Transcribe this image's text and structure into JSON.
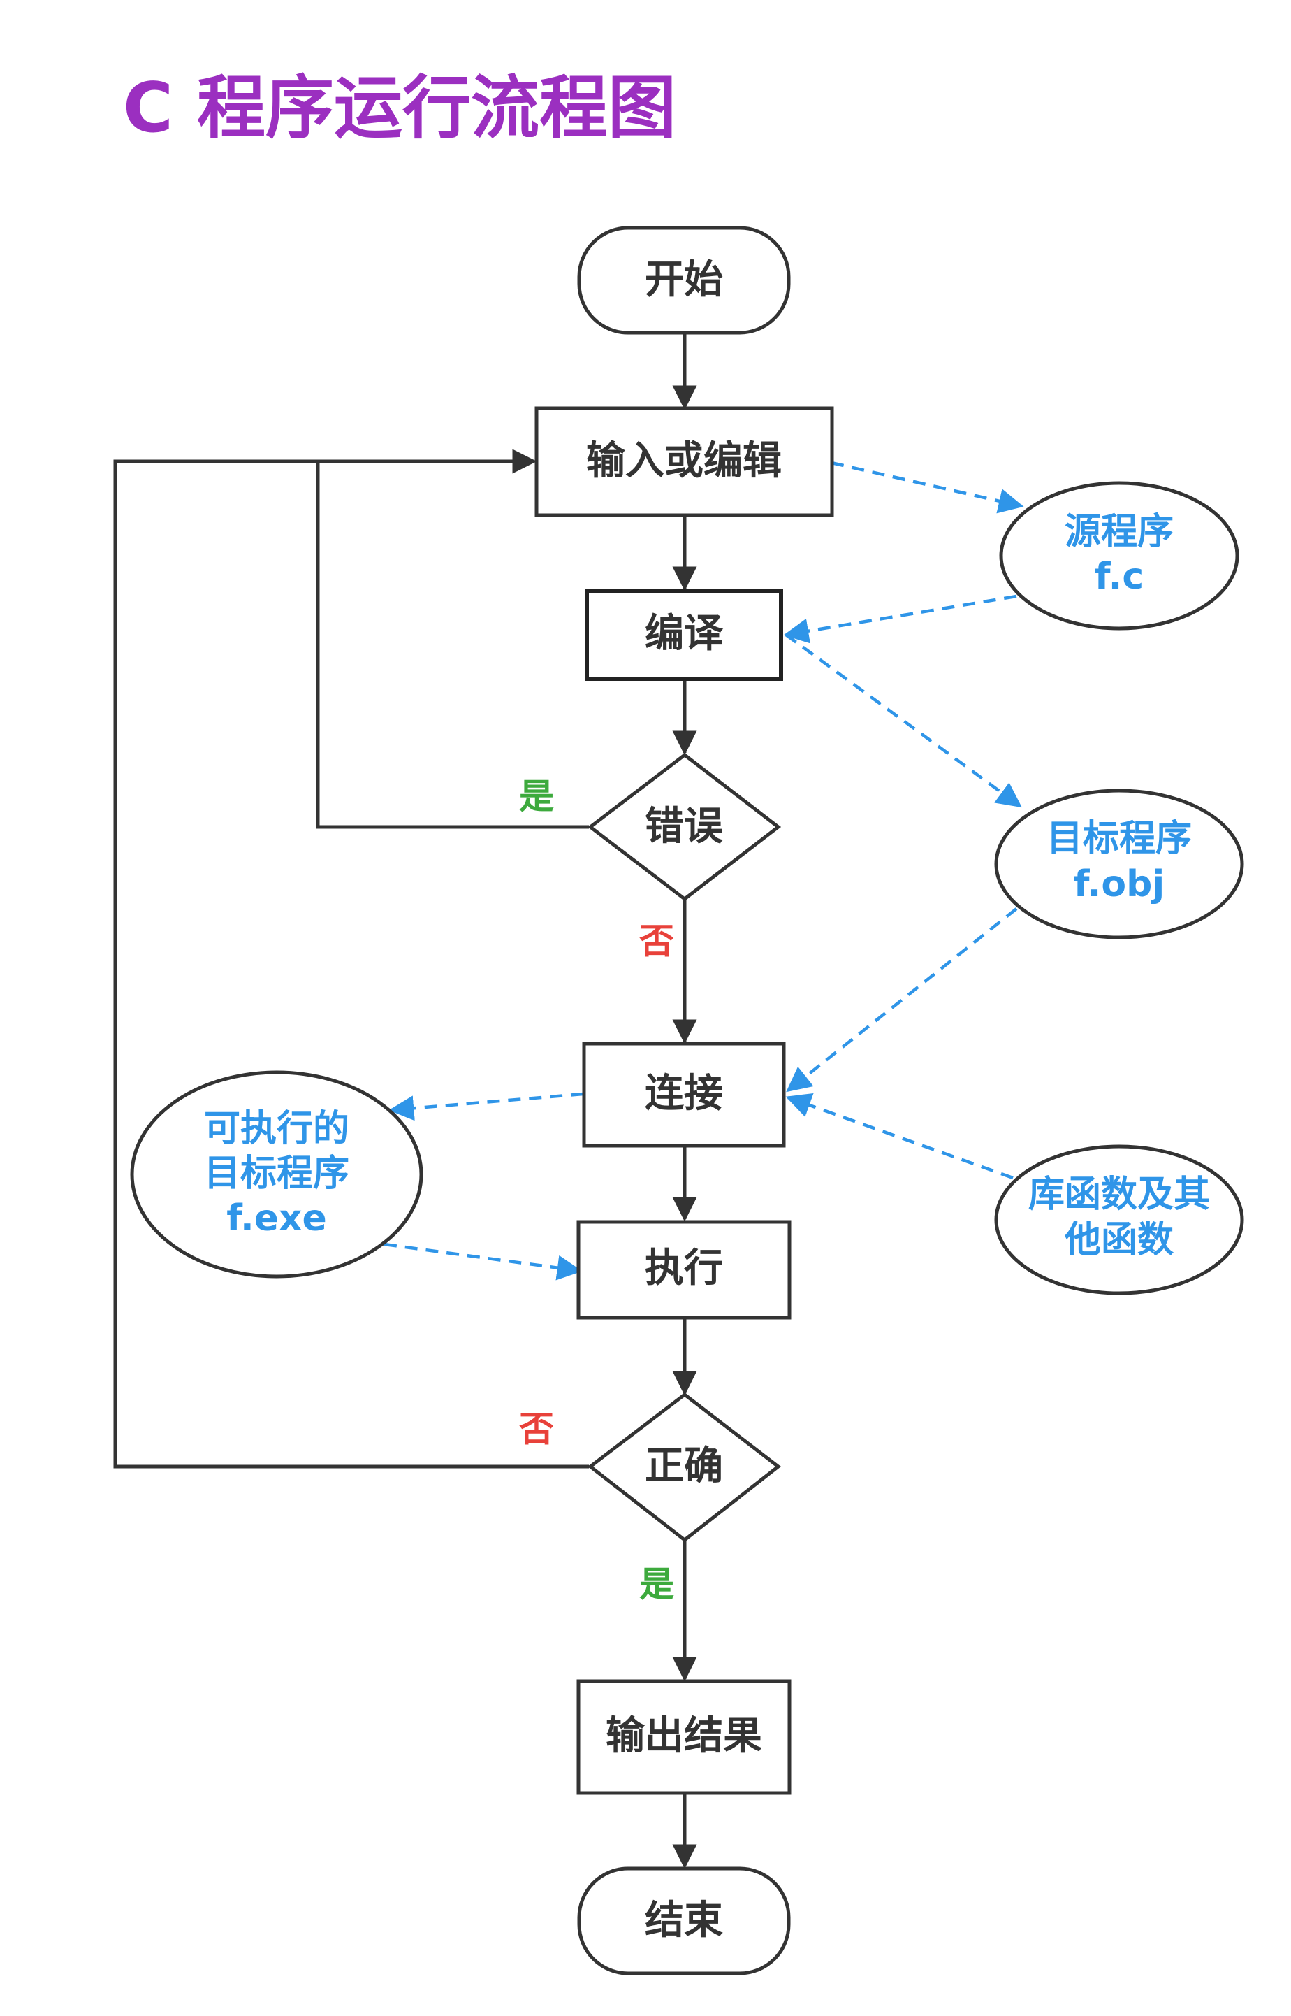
{
  "title": "C 程序运行流程图",
  "colors": {
    "title": "#9b2fc0",
    "line": "#333333",
    "dashed": "#2f95e8",
    "file_text": "#2f95e8",
    "yes": "#3daa3d",
    "no": "#e8413a"
  },
  "nodes": {
    "start": "开始",
    "edit": "输入或编辑",
    "compile": "编译",
    "error": "错误",
    "link": "连接",
    "execute": "执行",
    "correct": "正确",
    "output": "输出结果",
    "end": "结束"
  },
  "files": {
    "source": [
      "源程序",
      "f.c"
    ],
    "object": [
      "目标程序",
      "f.obj"
    ],
    "executable": [
      "可执行的",
      "目标程序",
      "f.exe"
    ],
    "library": [
      "库函数及其",
      "他函数"
    ]
  },
  "branches": {
    "error_yes": "是",
    "error_no": "否",
    "correct_no": "否",
    "correct_yes": "是"
  }
}
